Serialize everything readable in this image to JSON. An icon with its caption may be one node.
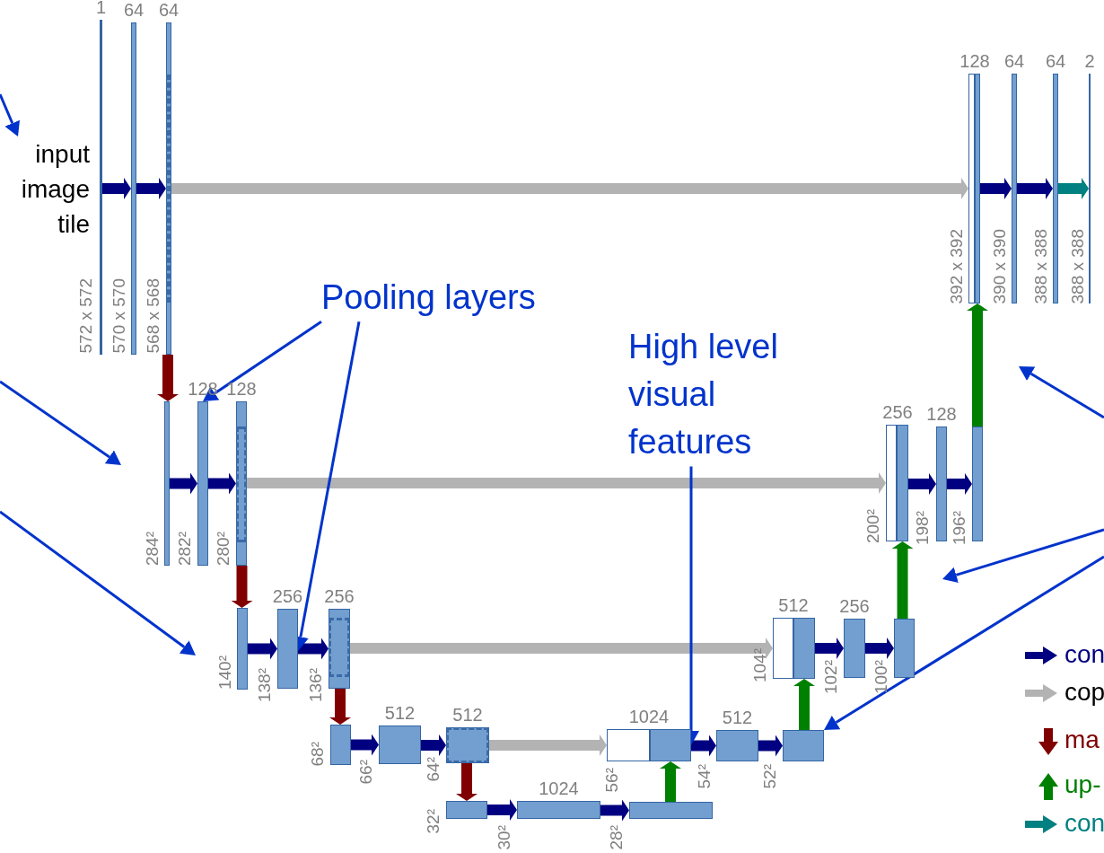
{
  "diagram": {
    "nodes": [
      {
        "text": [
          "input image tile"
        ]
      },
      {
        "text": [
          "1"
        ],
        "beside": [
          "572 x 572"
        ]
      },
      {
        "text": [
          "64"
        ],
        "beside": [
          "570 x 570"
        ]
      },
      {
        "text": [
          "64"
        ],
        "beside": [
          "568 x 568"
        ]
      },
      {
        "text": [],
        "shape": "bar",
        "beside": [
          "284²"
        ]
      },
      {
        "text": [
          "128"
        ],
        "beside": [
          "282²"
        ]
      },
      {
        "text": [
          "128"
        ],
        "beside": [
          "280²"
        ]
      },
      {
        "text": [],
        "shape": "bar",
        "beside": [
          "140²"
        ]
      },
      {
        "text": [
          "256"
        ],
        "beside": [
          "138²"
        ]
      },
      {
        "text": [
          "256"
        ],
        "beside": [
          "136²"
        ]
      },
      {
        "text": [],
        "shape": "bar",
        "beside": [
          "68²"
        ]
      },
      {
        "text": [
          "512"
        ],
        "beside": [
          "66²"
        ]
      },
      {
        "text": [
          "512"
        ],
        "beside": [
          "64²"
        ]
      },
      {
        "text": [],
        "shape": "bar",
        "beside": [
          "32²"
        ]
      },
      {
        "text": [
          "1024"
        ],
        "beside": [
          "30²"
        ]
      },
      {
        "text": [],
        "shape": "bar",
        "beside": [
          "28²"
        ]
      },
      {
        "text": [],
        "shape": "bar",
        "beside": [
          "56²"
        ]
      },
      {
        "text": [
          "1024"
        ]
      },
      {
        "text": [
          "512"
        ],
        "beside": [
          "54²"
        ]
      },
      {
        "text": [],
        "shape": "bar",
        "beside": [
          "52²"
        ]
      },
      {
        "text": [],
        "shape": "bar",
        "beside": [
          "104²"
        ]
      },
      {
        "text": [
          "512"
        ]
      },
      {
        "text": [
          "256"
        ],
        "beside": [
          "102²"
        ]
      },
      {
        "text": [],
        "shape": "bar",
        "beside": [
          "100²"
        ]
      },
      {
        "text": [],
        "shape": "bar",
        "beside": [
          "200²"
        ]
      },
      {
        "text": [
          "256"
        ]
      },
      {
        "text": [
          "128"
        ],
        "beside": [
          "198²"
        ]
      },
      {
        "text": [],
        "shape": "bar",
        "beside": [
          "196²"
        ]
      },
      {
        "text": [],
        "shape": "bar",
        "beside": [
          "392 x 392"
        ]
      },
      {
        "text": [
          "128"
        ]
      },
      {
        "text": [
          "64"
        ],
        "beside": [
          "390 x 390"
        ]
      },
      {
        "text": [
          "64"
        ],
        "beside": [
          "388 x 388"
        ]
      },
      {
        "text": [
          "2"
        ],
        "beside": [
          "388 x 388"
        ]
      },
      {
        "text": [
          "Pooling layers"
        ]
      },
      {
        "text": [
          "High level visual features"
        ]
      }
    ],
    "edges": [
      {
        "from": 1,
        "to": 2,
        "arrow": "to"
      },
      {
        "from": 2,
        "to": 3,
        "arrow": "to"
      },
      {
        "from": 4,
        "to": 5,
        "arrow": "to"
      },
      {
        "from": 5,
        "to": 6,
        "arrow": "to"
      },
      {
        "from": 7,
        "to": 8,
        "arrow": "to"
      },
      {
        "from": 8,
        "to": 9,
        "arrow": "to"
      },
      {
        "from": 10,
        "to": 11,
        "arrow": "to"
      },
      {
        "from": 11,
        "to": 12,
        "arrow": "to"
      },
      {
        "from": 13,
        "to": 14,
        "arrow": "to"
      },
      {
        "from": 14,
        "to": 15,
        "arrow": "to"
      },
      {
        "from": 17,
        "to": 18,
        "arrow": "to"
      },
      {
        "from": 18,
        "to": 19,
        "arrow": "to"
      },
      {
        "from": 21,
        "to": 22,
        "arrow": "to"
      },
      {
        "from": 22,
        "to": 23,
        "arrow": "to"
      },
      {
        "from": 25,
        "to": 26,
        "arrow": "to"
      },
      {
        "from": 26,
        "to": 27,
        "arrow": "to"
      },
      {
        "from": 29,
        "to": 30,
        "arrow": "to"
      },
      {
        "from": 30,
        "to": 31,
        "arrow": "to"
      },
      {
        "from": 31,
        "to": 32,
        "arrow": "to",
        "color": "#008080"
      },
      {
        "from": 3,
        "to": 28,
        "arrow": "to",
        "color": "#b3b3b3"
      },
      {
        "from": 6,
        "to": 24,
        "arrow": "to",
        "color": "#b3b3b3"
      },
      {
        "from": 9,
        "to": 20,
        "arrow": "to",
        "color": "#b3b3b3"
      },
      {
        "from": 12,
        "to": 16,
        "arrow": "to",
        "color": "#b3b3b3"
      },
      {
        "from": 3,
        "to": 4,
        "arrow": "to",
        "color": "#800000"
      },
      {
        "from": 6,
        "to": 7,
        "arrow": "to",
        "color": "#800000"
      },
      {
        "from": 9,
        "to": 10,
        "arrow": "to",
        "color": "#800000"
      },
      {
        "from": 12,
        "to": 13,
        "arrow": "to",
        "color": "#800000"
      },
      {
        "from": 15,
        "to": 17,
        "arrow": "to",
        "color": "#008000"
      },
      {
        "from": 19,
        "to": 21,
        "arrow": "to",
        "color": "#008000"
      },
      {
        "from": 23,
        "to": 25,
        "arrow": "to",
        "color": "#008000"
      },
      {
        "from": 27,
        "to": 29,
        "arrow": "to",
        "color": "#008000"
      },
      {
        "from": null,
        "to": 0,
        "arrow": "to",
        "color": "#0033cc"
      },
      {
        "from": 33,
        "to": 5,
        "arrow": "to",
        "color": "#0033cc"
      },
      {
        "from": 33,
        "to": 8,
        "arrow": "to",
        "color": "#0033cc"
      },
      {
        "from": 34,
        "to": 17,
        "arrow": "to",
        "color": "#0033cc"
      },
      {
        "from": null,
        "to": 19,
        "arrow": "to",
        "color": "#0033cc"
      }
    ],
    "legend": [
      {
        "text": "con"
      },
      {
        "text": "cop"
      },
      {
        "text": "ma"
      },
      {
        "text": "up-"
      },
      {
        "text": "con"
      }
    ]
  }
}
